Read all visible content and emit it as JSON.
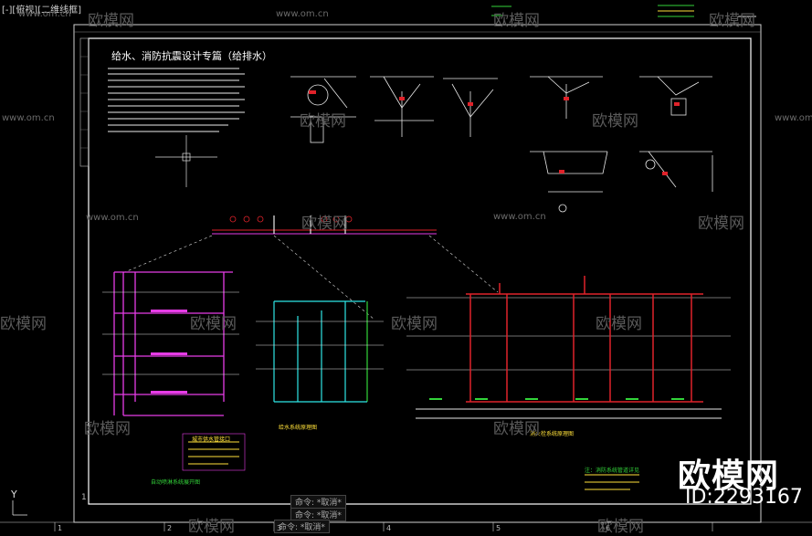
{
  "viewport_label": "[-][俯视][二维线框]",
  "sheet_title": "给水、消防抗震设计专篇（给排水）",
  "watermark": {
    "logo": "欧模网",
    "id": "ID:2293167",
    "url": "www.om.cn",
    "brand": "欧模网"
  },
  "commands": [
    "命令: *取消*",
    "命令: *取消*",
    "命令: *取消*"
  ],
  "axis_label": "Y",
  "bottom_numbers": [
    "1",
    "2",
    "3",
    "4",
    "5",
    "6"
  ],
  "page_number": "1",
  "diagram_titles": {
    "left": "自动喷淋系统展开图",
    "middle": "给水系统原理图",
    "right": "消火栓系统原理图"
  },
  "notes": {
    "left_box": "城市供水管接口",
    "right_box": "注：消防系统管道详见"
  },
  "colors": {
    "background": "#000000",
    "red_pipe": "#e0222a",
    "magenta_pipe": "#e63ce6",
    "cyan_pipe": "#2ee6e6",
    "green_pipe": "#33d43a",
    "white_line": "#ffffff",
    "yellow": "#ffe03a"
  }
}
